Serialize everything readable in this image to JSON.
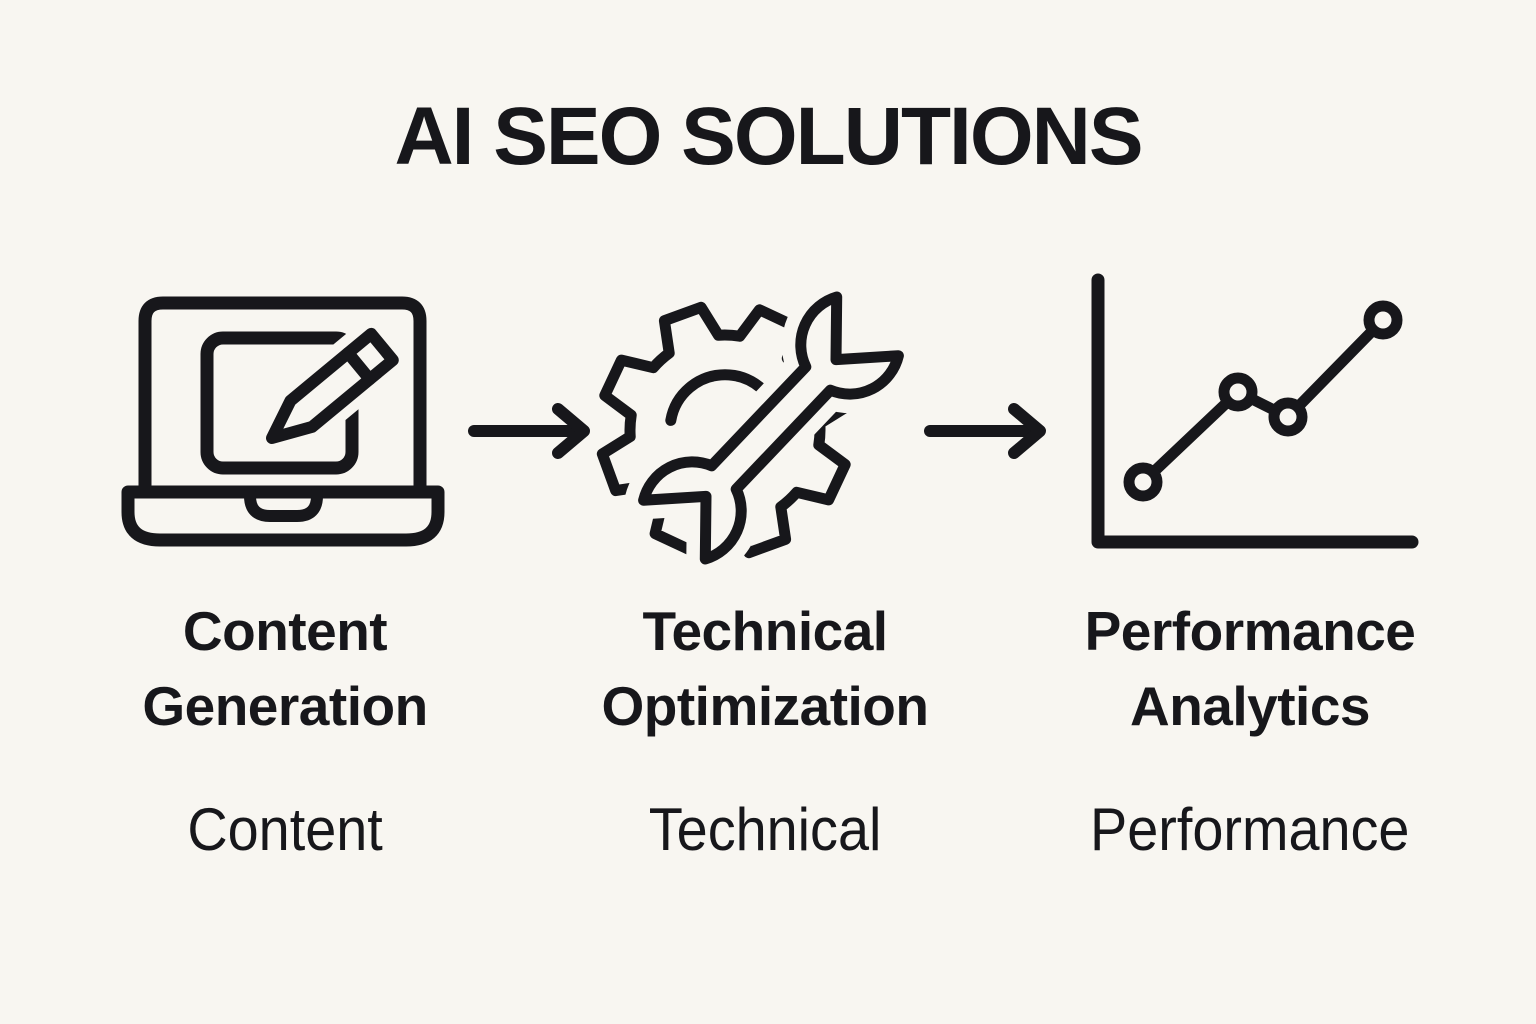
{
  "theme": {
    "bg": "#f8f6f1",
    "ink": "#17171b"
  },
  "title": "AI SEO SOLUTIONS",
  "steps": [
    {
      "icon": "laptop-edit-icon",
      "heading_lines": [
        "Content",
        "Generation"
      ],
      "sublabel": "Content"
    },
    {
      "icon": "gear-wrench-icon",
      "heading_lines": [
        "Technical",
        "Optimization"
      ],
      "sublabel": "Technical"
    },
    {
      "icon": "line-chart-icon",
      "heading_lines": [
        "Performance",
        "Analytics"
      ],
      "sublabel": "Performance"
    }
  ],
  "connectors": [
    {
      "icon": "arrow-right-icon"
    },
    {
      "icon": "arrow-right-icon"
    }
  ]
}
